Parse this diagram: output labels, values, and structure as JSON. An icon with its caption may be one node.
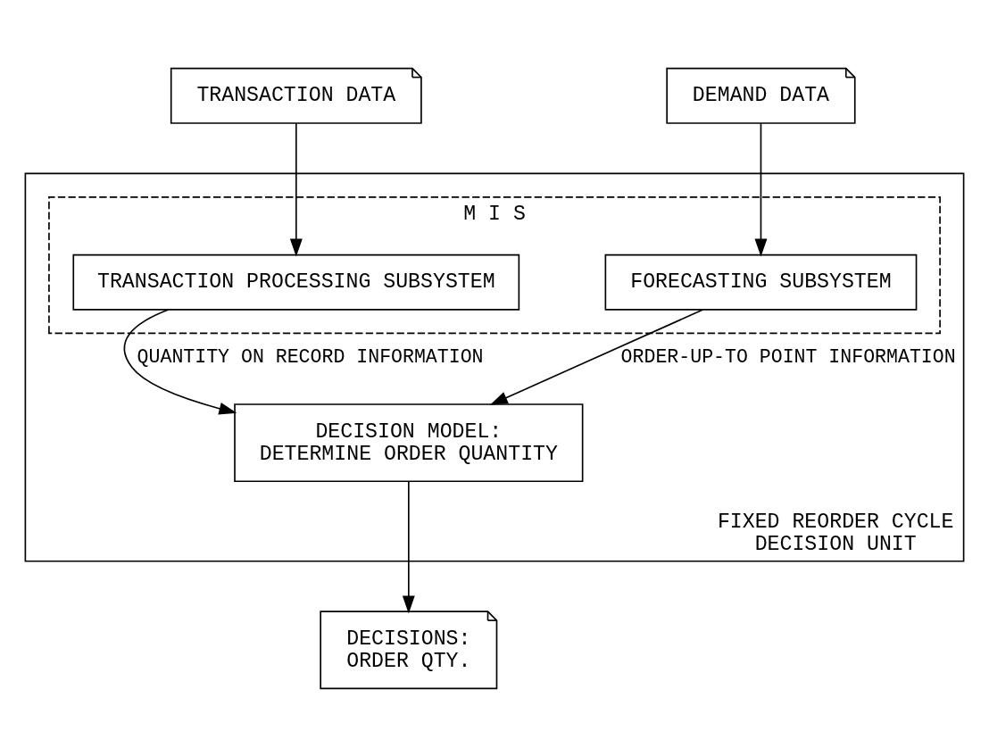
{
  "diagram": {
    "nodes": [
      {
        "text": [
          "TRANSACTION DATA"
        ]
      },
      {
        "text": [
          "DEMAND DATA"
        ]
      },
      {
        "text": [
          "FIXED REORDER CYCLE DECISION UNIT"
        ]
      },
      {
        "text": [
          "M I S"
        ],
        "in": 2
      },
      {
        "text": [
          "TRANSACTION PROCESSING SUBSYSTEM"
        ],
        "in": 3
      },
      {
        "text": [
          "FORECASTING SUBSYSTEM"
        ],
        "in": 3
      },
      {
        "text": [
          "DECISION MODEL:",
          "DETERMINE ORDER QUANTITY"
        ],
        "in": 2
      },
      {
        "text": [
          "DECISIONS:",
          "ORDER QTY."
        ]
      }
    ],
    "edges": [
      {
        "from": 0,
        "to": 4,
        "arrow": "to"
      },
      {
        "from": 1,
        "to": 5,
        "arrow": "to"
      },
      {
        "from": 4,
        "to": 6,
        "arrow": "to",
        "label": "QUANTITY ON RECORD INFORMATION"
      },
      {
        "from": 5,
        "to": 6,
        "arrow": "to",
        "label": "ORDER-UP-TO POINT INFORMATION"
      },
      {
        "from": 6,
        "to": 7,
        "arrow": "to"
      }
    ]
  }
}
